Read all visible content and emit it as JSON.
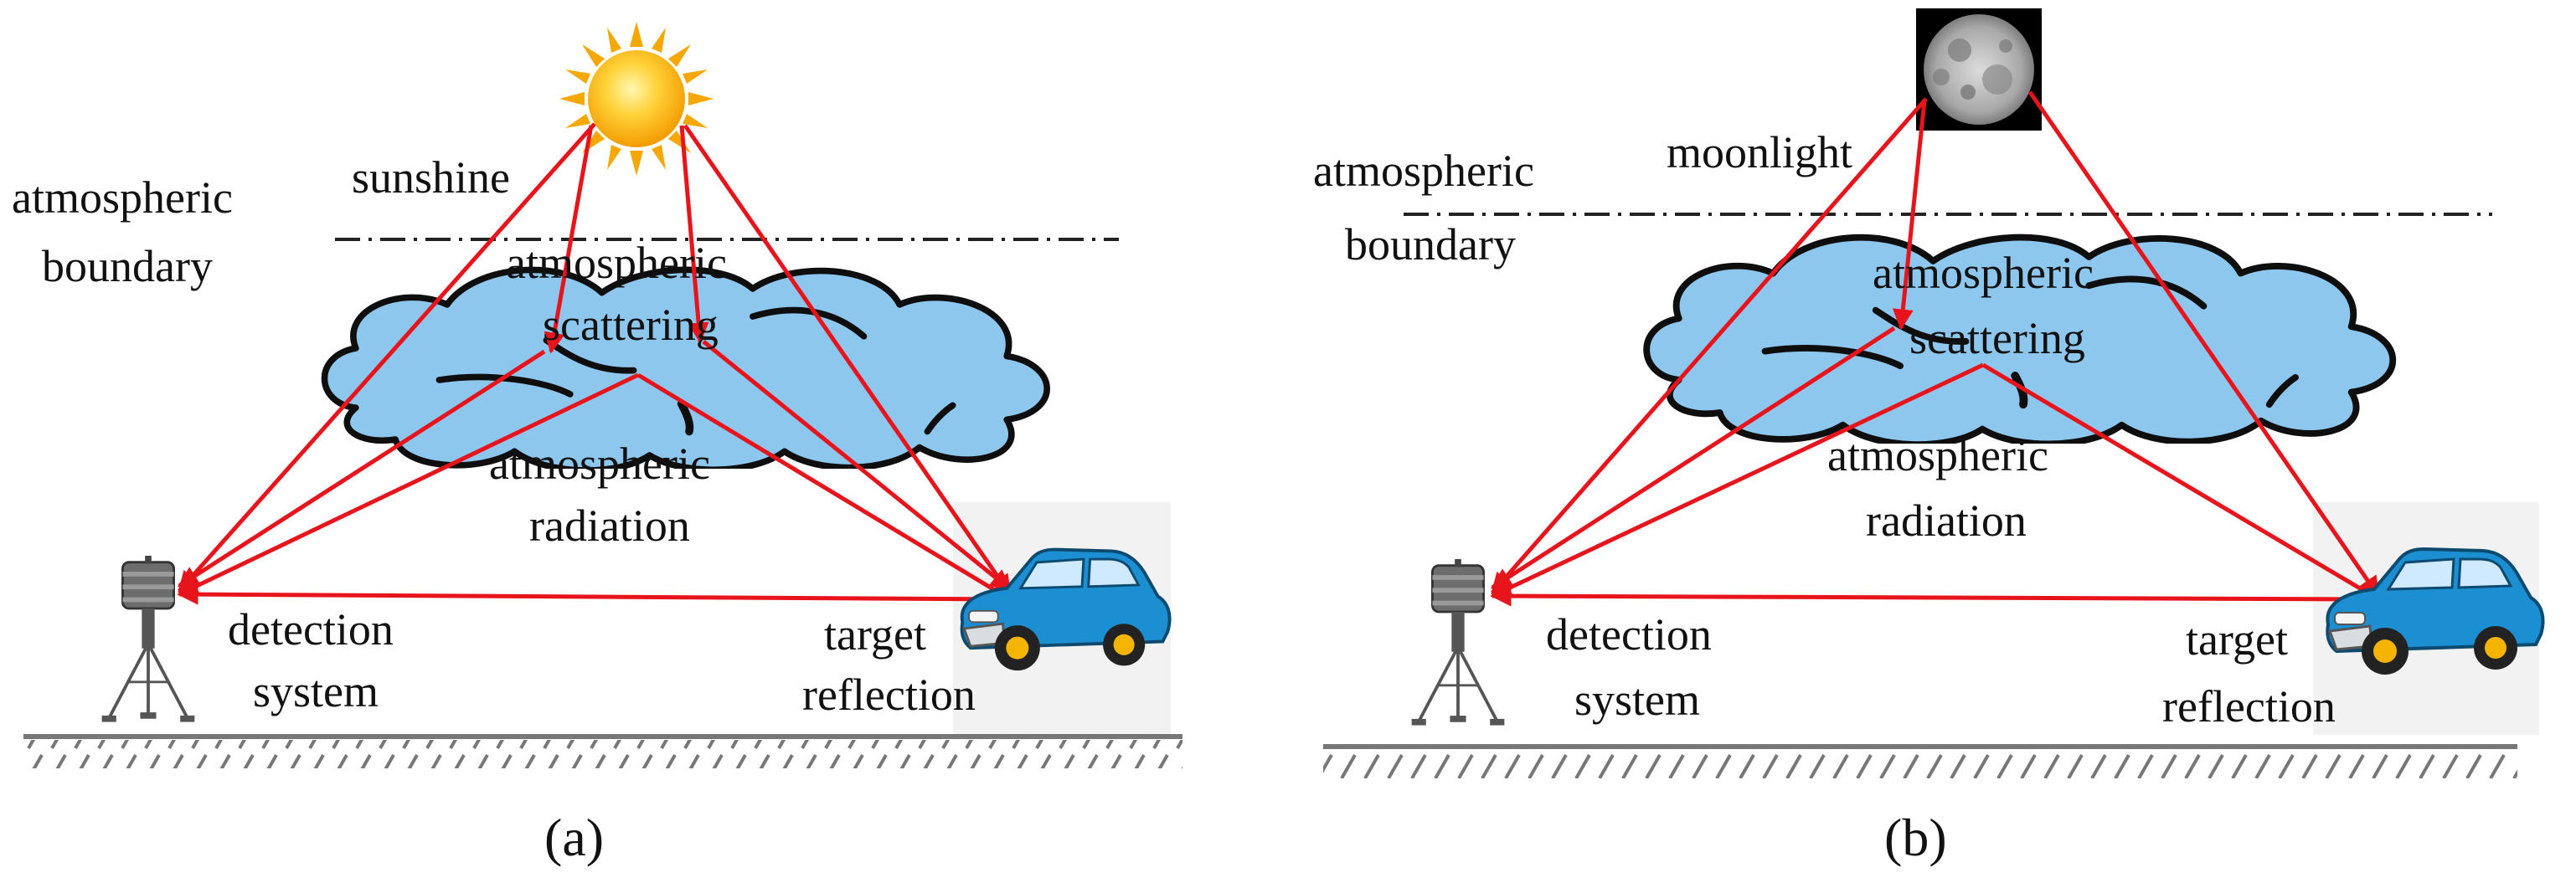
{
  "panels": [
    {
      "id": "a",
      "caption": "(a)",
      "source_label": "sunshine",
      "source_icon": "sun-icon",
      "boundary_label": [
        "atmospheric",
        "boundary"
      ],
      "scattering_label": [
        "atmospheric",
        "scattering"
      ],
      "radiation_label": [
        "atmospheric",
        "radiation"
      ],
      "detector_label": [
        "detection",
        "system"
      ],
      "target_label": [
        "target",
        "reflection"
      ]
    },
    {
      "id": "b",
      "caption": "(b)",
      "source_label": "moonlight",
      "source_icon": "moon-icon",
      "boundary_label": [
        "atmospheric",
        "boundary"
      ],
      "scattering_label": [
        "atmospheric",
        "scattering"
      ],
      "radiation_label": [
        "atmospheric",
        "radiation"
      ],
      "detector_label": [
        "detection",
        "system"
      ],
      "target_label": [
        "target",
        "reflection"
      ]
    }
  ],
  "colors": {
    "arrow": "#e8141c",
    "cloud_fill": "#8ec7ee",
    "cloud_stroke": "#0e0e0e",
    "sun_core": "#ffc21a",
    "sun_rays": "#f7a800",
    "car_body": "#1b8fd1",
    "ground": "#777777",
    "boundary_line": "#222222"
  }
}
